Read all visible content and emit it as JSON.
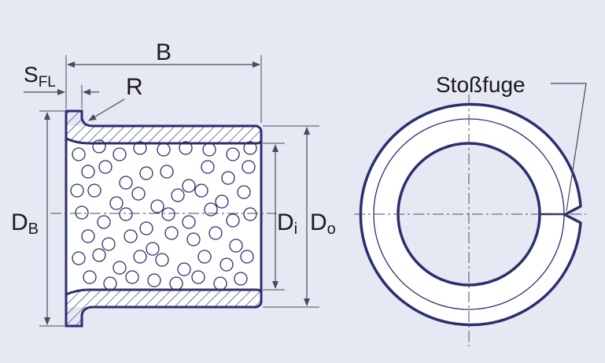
{
  "labels": {
    "b": "B",
    "s": "S",
    "s_sub": "FL",
    "r": "R",
    "db": "D",
    "db_sub": "B",
    "di": "D",
    "di_sub": "i",
    "do": "D",
    "do_sub": "o",
    "stossfuge": "Stoßfuge"
  },
  "colors": {
    "background": "#e6e9f4",
    "outline": "#2b2f6e",
    "dimension_line": "#4a4a5a",
    "hatch": "#3a3f7a",
    "fill_white": "#ffffff"
  }
}
